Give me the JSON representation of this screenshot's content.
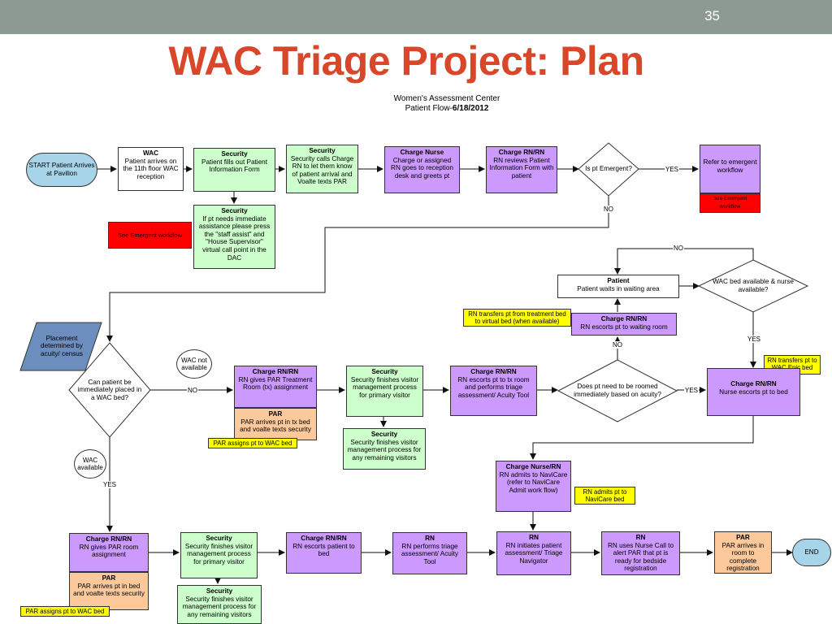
{
  "slide_number": "35",
  "title": "WAC Triage Project:  Plan",
  "subtitle_line1": "Women's Assessment Center",
  "subtitle_line2_prefix": "Patient Flow-",
  "subtitle_line2_date": "6/18/2012",
  "colors": {
    "green": "#ccffcc",
    "purple": "#cc99ff",
    "orange": "#fcc99c",
    "terminal": "#a7d4e8",
    "red": "#ff0000",
    "yellow": "#ffff00",
    "decision_para": "#6c8ebf",
    "title": "#d9472b",
    "topbar": "#8d9a92"
  },
  "start": "START Patient Arrives at Pavilion",
  "end": "END",
  "wac": {
    "head": "WAC",
    "text": "Patient arrives on the 11th floor WAC reception"
  },
  "sec_fill": {
    "head": "Security",
    "text": "Patient fills out Patient Information Form"
  },
  "sec_call": {
    "head": "Security",
    "text": "Security calls Charge RN to let them know of patient arrival and Voalte texts PAR"
  },
  "cn_greet": {
    "head": "Charge Nurse",
    "text": "Charge or assigned RN goes to reception desk and greets pt"
  },
  "crn_review": {
    "head": "Charge RN/RN",
    "text": "RN reviews Patient Information Form with patient"
  },
  "dec_emergent": "Is pt Emergent?",
  "refer_emergent": "Refer to emergent workflow",
  "see_emergent_small": "See Emergent workflow",
  "see_emergent_left": "See Emergent workflow",
  "sec_assist": {
    "head": "Security",
    "text": "If pt needs immediate assistance please press the \"staff assist\" and \"House Supervisor\" virtual call point in the DAC"
  },
  "patient_wait": {
    "head": "Patient",
    "text": "Patient waits in waiting area"
  },
  "dec_bed_avail": "WAC bed available & nurse available?",
  "note_virtual": "RN transfers pt from treatment bed to virtual bed (when available)",
  "crn_waiting": {
    "head": "Charge RN/RN",
    "text": "RN escorts pt to waiting room"
  },
  "note_epic": "RN transfers pt to WAC Epic bed",
  "placement": "Placement determined by acuity/ census",
  "dec_wac_bed": "Can patient be immediately placed in a WAC bed?",
  "wac_not_available": "WAC not available",
  "wac_available": "WAC available",
  "crn_par_tx": {
    "head": "Charge RN/RN",
    "text": "RN gives PAR Treatment Room (tx) assignment"
  },
  "par_tx": {
    "head": "PAR",
    "text": "PAR arrives pt in tx bed and voalte texts security"
  },
  "note_par_assign_mid": "PAR assigns pt to WAC bed",
  "sec_visitor_mid": {
    "head": "Security",
    "text": "Security finishes visitor management process for primary visitor"
  },
  "sec_remaining_mid": {
    "head": "Security",
    "text": "Security finishes visitor management process for any remaining visitors"
  },
  "crn_tx_escort": {
    "head": "Charge RN/RN",
    "text": "RN escorts pt to tx room and performs triage assessment/ Acuity Tool"
  },
  "dec_roomed": "Does pt need to be roomed immediately based on acuity?",
  "crn_nurse_escort": {
    "head": "Charge RN/RN",
    "text": "Nurse escorts pt to bed"
  },
  "cn_navicare": {
    "head": "Charge Nurse/RN",
    "text": "RN admits to NaviCare (refer to NaviCare Admit work flow)"
  },
  "note_navicare": "RN admits pt to NaviCare bed",
  "crn_room_assign": {
    "head": "Charge RN/RN",
    "text": "RN gives PAR room assignment"
  },
  "par_bed": {
    "head": "PAR",
    "text": "PAR arrives pt in bed and voalte texts security"
  },
  "note_par_assign_bot": "PAR assigns pt to WAC bed",
  "sec_visitor_bot": {
    "head": "Security",
    "text": "Security finishes visitor management process for primary visitor"
  },
  "sec_remaining_bot": {
    "head": "Security",
    "text": "Security finishes visitor management process for any remaining visitors"
  },
  "crn_escort_bed": {
    "head": "Charge RN/RN",
    "text": "RN escorts patient to bed"
  },
  "rn_triage": {
    "head": "RN",
    "text": "RN performs triage assessment/ Acuity Tool"
  },
  "rn_initiates": {
    "head": "RN",
    "text": "RN initiates patient assessment/ Triage Navigator"
  },
  "rn_nurse_call": {
    "head": "RN",
    "text": "RN uses Nurse Call to alert PAR that pt is ready for bedside registration"
  },
  "par_register": {
    "head": "PAR",
    "text": "PAR arrives in room to complete registration"
  },
  "labels": {
    "yes": "YES",
    "no": "NO"
  }
}
